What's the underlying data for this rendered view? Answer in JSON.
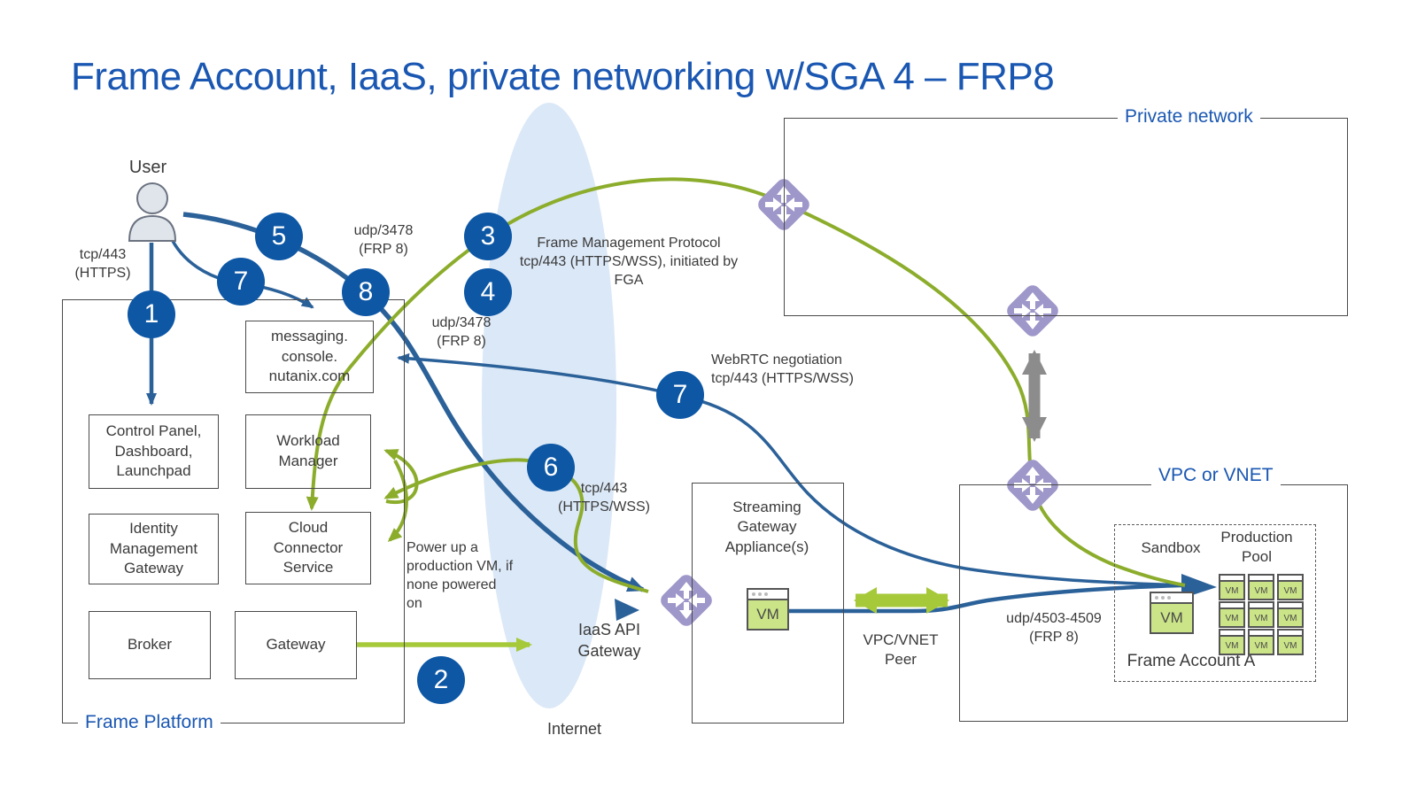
{
  "title": "Frame Account, IaaS, private networking w/SGA 4 – FRP8",
  "zones": {
    "frame_platform": "Frame Platform",
    "private_network": "Private network",
    "vpc_or_vnet": "VPC or VNET",
    "internet": "Internet",
    "frame_account": "Frame Account A",
    "streaming_gateway": "Streaming\nGateway\nAppliance(s)",
    "sandbox": "Sandbox",
    "production_pool": "Production\nPool"
  },
  "nodes": {
    "user": "User",
    "control_panel": "Control Panel,\nDashboard,\nLaunchpad",
    "identity": "Identity\nManagement\nGateway",
    "broker": "Broker",
    "messaging": "messaging.\nconsole.\nnutanix.com",
    "workload_manager": "Workload\nManager",
    "cloud_connector": "Cloud\nConnector\nService",
    "gateway": "Gateway",
    "iaas_api_gateway": "IaaS API\nGateway"
  },
  "edge_labels": {
    "tcp443_https": "tcp/443\n(HTTPS)",
    "udp3478_top": "udp/3478\n(FRP 8)",
    "udp3478_mid": "udp/3478\n(FRP 8)",
    "fmp": "Frame Management Protocol\ntcp/443 (HTTPS/WSS), initiated by\nFGA",
    "webrtc": "WebRTC negotiation\ntcp/443 (HTTPS/WSS)",
    "tcp443_wss": "tcp/443\n(HTTPS/WSS)",
    "power_up": "Power up a\nproduction VM, if\nnone powered\non",
    "vpc_peer": "VPC/VNET\nPeer",
    "udp4503": "udp/4503-4509\n(FRP 8)"
  },
  "steps": {
    "n1": "1",
    "n2": "2",
    "n3": "3",
    "n4": "4",
    "n5": "5",
    "n6": "6",
    "n7a": "7",
    "n7b": "7",
    "n8": "8"
  },
  "icons": {
    "vm": "VM",
    "router": "router-icon",
    "user": "user-icon"
  },
  "colors": {
    "accent_blue": "#1a57b2",
    "badge_blue": "#0d57a5",
    "line_blue": "#2b6199",
    "line_olive": "#8cad2c",
    "line_bright_green": "#a6c939",
    "router_purple": "#9e97c9",
    "vm_green": "#cbe487",
    "internet_fill": "#dbe8f7",
    "gray_arrow": "#8c8c8c"
  }
}
